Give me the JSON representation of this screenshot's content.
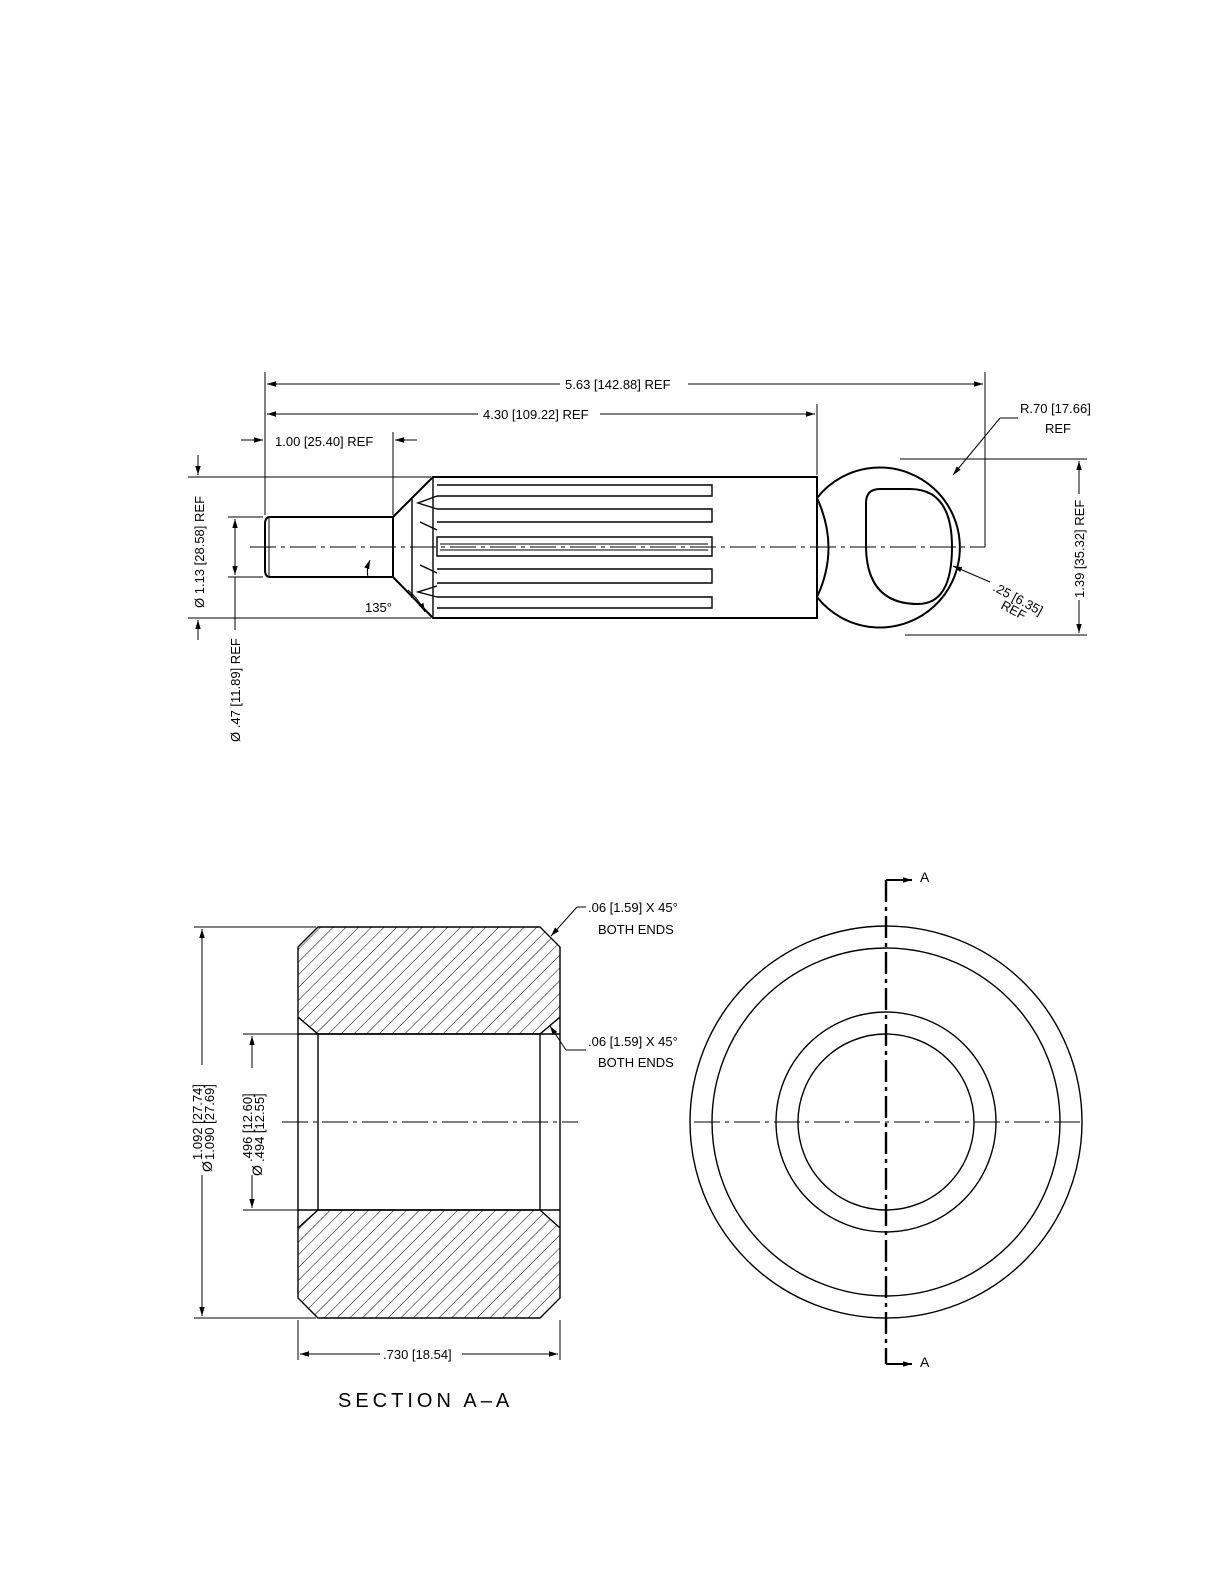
{
  "top_view": {
    "dim_overall": "5.63 [142.88] REF",
    "dim_spline_end": "4.30 [109.22] REF",
    "dim_shank": "1.00 [25.40] REF",
    "dim_radius": "R.70 [17.66]",
    "dim_radius_ref": "REF",
    "dim_dia_spline": "Ø 1.13 [28.58] REF",
    "dim_dia_shank": "Ø .47 [11.89] REF",
    "dim_angle": "135°",
    "dim_height": "1.39 [35.32] REF",
    "dim_wall": ".25 [6.35]",
    "dim_wall_ref": "REF"
  },
  "section": {
    "chamfer_outer_1": ".06 [1.59] X 45°",
    "chamfer_outer_2": "BOTH ENDS",
    "chamfer_inner_1": ".06 [1.59] X 45°",
    "chamfer_inner_2": "BOTH ENDS",
    "dim_od": "Ø 1.092 [27.74] / 1.090 [27.69]",
    "dim_od_sym": "Ø",
    "dim_od_hi": "1.092 [27.74]",
    "dim_od_lo": "1.090 [27.69]",
    "dim_id_sym": "Ø",
    "dim_id_hi": ".496 [12.60]",
    "dim_id_lo": ".494 [12.55]",
    "dim_length": ".730 [18.54]",
    "title": "SECTION  A–A"
  },
  "end_view": {
    "label_top": "A",
    "label_bottom": "A"
  }
}
